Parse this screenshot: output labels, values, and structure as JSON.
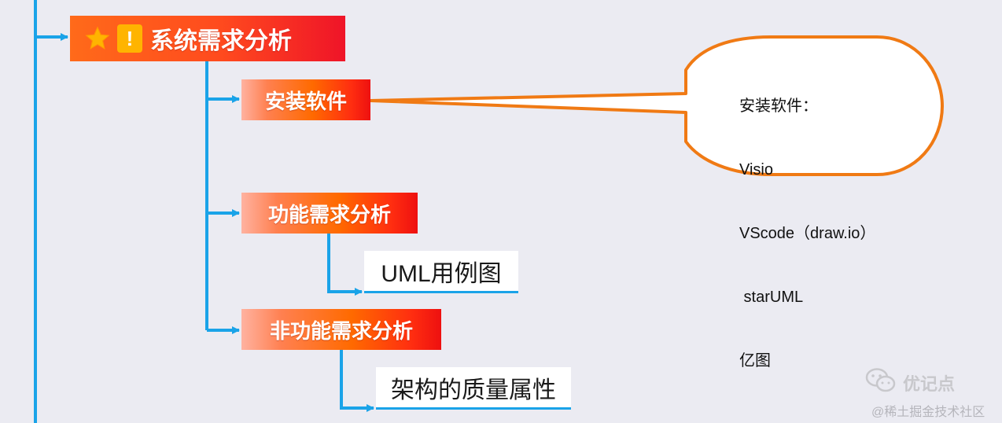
{
  "root": {
    "label": "系统需求分析",
    "icons": [
      "star-icon",
      "exclamation-icon"
    ],
    "badge_text": "!"
  },
  "children": [
    {
      "label": "安装软件"
    },
    {
      "label": "功能需求分析"
    },
    {
      "label": "非功能需求分析"
    }
  ],
  "leaves": [
    {
      "label": "UML用例图"
    },
    {
      "label": "架构的质量属性"
    }
  ],
  "callout": {
    "lines": [
      "安装软件：",
      "Visio",
      "VScode（draw.io）",
      " starUML",
      "亿图"
    ]
  },
  "watermark": {
    "brand": "优记点",
    "icon": "wechat-icon",
    "community": "@稀土掘金技术社区"
  },
  "colors": {
    "connector": "#1aa3e8",
    "callout_border": "#f07a14",
    "root_start": "#ff6a1a",
    "root_end": "#ef1428",
    "badge": "#ffb400",
    "star": "#ffb400"
  }
}
